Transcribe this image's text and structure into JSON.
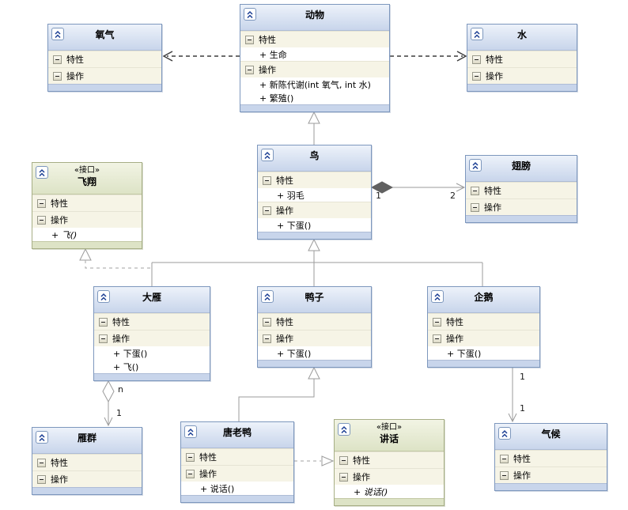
{
  "labels": {
    "interface_stereotype": "«接口»"
  },
  "classes": [
    {
      "id": "oxygen",
      "kind": "class",
      "stereotype": "",
      "title": "氧气",
      "sections": [
        {
          "label": "特性",
          "members": []
        },
        {
          "label": "操作",
          "members": []
        }
      ]
    },
    {
      "id": "animal",
      "kind": "class",
      "stereotype": "",
      "title": "动物",
      "sections": [
        {
          "label": "特性",
          "members": [
            "+ 生命"
          ]
        },
        {
          "label": "操作",
          "members": [
            "+ 新陈代谢(int 氧气, int 水)",
            "+ 繁殖()"
          ]
        }
      ]
    },
    {
      "id": "water",
      "kind": "class",
      "stereotype": "",
      "title": "水",
      "sections": [
        {
          "label": "特性",
          "members": []
        },
        {
          "label": "操作",
          "members": []
        }
      ]
    },
    {
      "id": "fly",
      "kind": "interface",
      "stereotype": "«接口»",
      "title": "飞翔",
      "sections": [
        {
          "label": "特性",
          "members": []
        },
        {
          "label": "操作",
          "members": [
            "+ 飞()"
          ]
        }
      ]
    },
    {
      "id": "bird",
      "kind": "class",
      "stereotype": "",
      "title": "鸟",
      "sections": [
        {
          "label": "特性",
          "members": [
            "+ 羽毛"
          ]
        },
        {
          "label": "操作",
          "members": [
            "+ 下蛋()"
          ]
        }
      ]
    },
    {
      "id": "wings",
      "kind": "class",
      "stereotype": "",
      "title": "翅膀",
      "sections": [
        {
          "label": "特性",
          "members": []
        },
        {
          "label": "操作",
          "members": []
        }
      ]
    },
    {
      "id": "goose",
      "kind": "class",
      "stereotype": "",
      "title": "大雁",
      "sections": [
        {
          "label": "特性",
          "members": []
        },
        {
          "label": "操作",
          "members": [
            "+ 下蛋()",
            "+ 飞()"
          ]
        }
      ]
    },
    {
      "id": "duck",
      "kind": "class",
      "stereotype": "",
      "title": "鸭子",
      "sections": [
        {
          "label": "特性",
          "members": []
        },
        {
          "label": "操作",
          "members": [
            "+ 下蛋()"
          ]
        }
      ]
    },
    {
      "id": "penguin",
      "kind": "class",
      "stereotype": "",
      "title": "企鹅",
      "sections": [
        {
          "label": "特性",
          "members": []
        },
        {
          "label": "操作",
          "members": [
            "+ 下蛋()"
          ]
        }
      ]
    },
    {
      "id": "flock",
      "kind": "class",
      "stereotype": "",
      "title": "雁群",
      "sections": [
        {
          "label": "特性",
          "members": []
        },
        {
          "label": "操作",
          "members": []
        }
      ]
    },
    {
      "id": "donald",
      "kind": "class",
      "stereotype": "",
      "title": "唐老鸭",
      "sections": [
        {
          "label": "特性",
          "members": []
        },
        {
          "label": "操作",
          "members": [
            "+ 说话()"
          ]
        }
      ]
    },
    {
      "id": "speak",
      "kind": "interface",
      "stereotype": "«接口»",
      "title": "讲话",
      "sections": [
        {
          "label": "特性",
          "members": []
        },
        {
          "label": "操作",
          "members": [
            "+ 说话()"
          ]
        }
      ]
    },
    {
      "id": "climate",
      "kind": "class",
      "stereotype": "",
      "title": "气候",
      "sections": [
        {
          "label": "特性",
          "members": []
        },
        {
          "label": "操作",
          "members": []
        }
      ]
    }
  ],
  "edges": {
    "animal_oxygen": {
      "type": "dependency"
    },
    "animal_water": {
      "type": "dependency"
    },
    "bird_animal": {
      "type": "generalization"
    },
    "bird_wings": {
      "type": "composition",
      "source_label": "1",
      "target_label": "2"
    },
    "subclasses_bird": {
      "type": "generalization"
    },
    "goose_fly": {
      "type": "realization"
    },
    "goose_flock": {
      "type": "aggregation",
      "source_label": "n",
      "target_label": "1"
    },
    "donald_duck": {
      "type": "generalization"
    },
    "donald_speak": {
      "type": "realization"
    },
    "penguin_climate": {
      "type": "association",
      "source_label": "1",
      "target_label": "1"
    }
  }
}
